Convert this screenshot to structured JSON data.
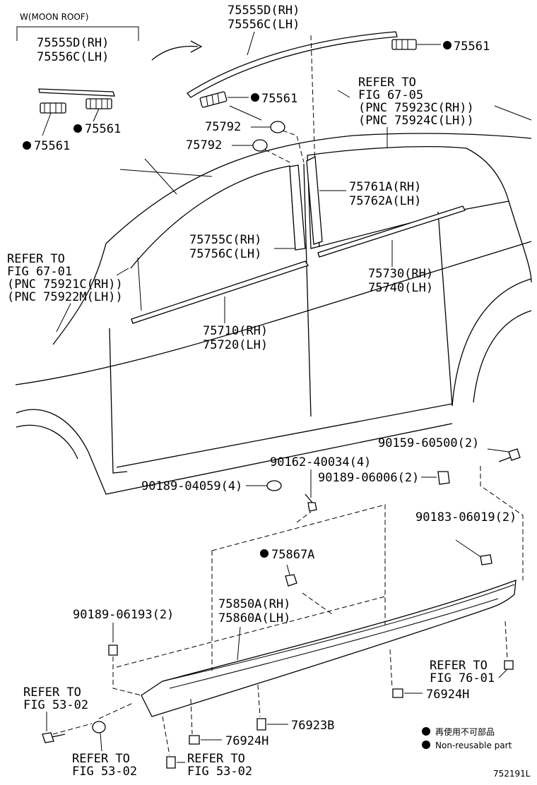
{
  "header": {
    "moon_roof": "W(MOON ROOF)"
  },
  "labels": {
    "l_75555d_a": "75555D(RH)",
    "l_75556c_a": "75556C(LH)",
    "l_75555d_b": "75555D(RH)",
    "l_75556c_b": "75556C(LH)",
    "l_75561_a": "75561",
    "l_75561_b": "75561",
    "l_75561_c": "75561",
    "l_75561_d": "75561",
    "l_75792_a": "75792",
    "l_75792_b": "75792",
    "refer_6705_1": "REFER TO",
    "refer_6705_2": "FIG 67-05",
    "refer_6705_3": "(PNC 75923C(RH))",
    "refer_6705_4": "(PNC 75924C(LH))",
    "refer_6701_1": "REFER TO",
    "refer_6701_2": "FIG 67-01",
    "refer_6701_3": "(PNC 75921C(RH))",
    "refer_6701_4": "(PNC 75922M(LH))",
    "l_75761a": "75761A(RH)",
    "l_75762a": "75762A(LH)",
    "l_75755c": "75755C(RH)",
    "l_75756c": "75756C(LH)",
    "l_75730": "75730(RH)",
    "l_75740": "75740(LH)",
    "l_75710": "75710(RH)",
    "l_75720": "75720(LH)",
    "l_90159": "90159-60500(2)",
    "l_90162": "90162-40034(4)",
    "l_90189_06006": "90189-06006(2)",
    "l_90189_04059": "90189-04059(4)",
    "l_90183": "90183-06019(2)",
    "l_75867a": "75867A",
    "l_75850a": "75850A(RH)",
    "l_75860a": "75860A(LH)",
    "l_90189_06193": "90189-06193(2)",
    "refer_7601_1": "REFER TO",
    "refer_7601_2": "FIG 76-01",
    "refer_5302a_1": "REFER TO",
    "refer_5302a_2": "FIG 53-02",
    "l_76924h_a": "76924H",
    "l_76923b": "76923B",
    "l_76924h_b": "76924H",
    "refer_5302b_1": "REFER TO",
    "refer_5302b_2": "FIG 53-02",
    "refer_5302c_1": "REFER TO",
    "refer_5302c_2": "FIG 53-02"
  },
  "legend": {
    "jp": "再使用不可部品",
    "en": "Non-reusable part"
  },
  "diagram_id": "752191L"
}
